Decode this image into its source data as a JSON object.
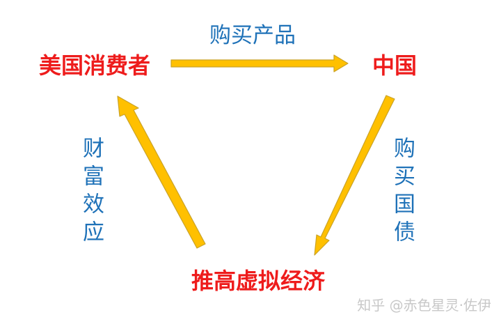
{
  "nodes": {
    "us_consumers": "美国消费者",
    "china": "中国",
    "virtual_economy": "推高虚拟经济"
  },
  "edges": {
    "buy_products": "购买产品",
    "buy_treasuries": "购买国债",
    "wealth_effect": "财富效应"
  },
  "watermark": "知乎 @赤色星灵·佐伊",
  "colors": {
    "node_text": "#ee1c1c",
    "label_text": "#1f72b8",
    "arrow_fill": "#ffc000",
    "arrow_stroke": "#c9a227"
  }
}
